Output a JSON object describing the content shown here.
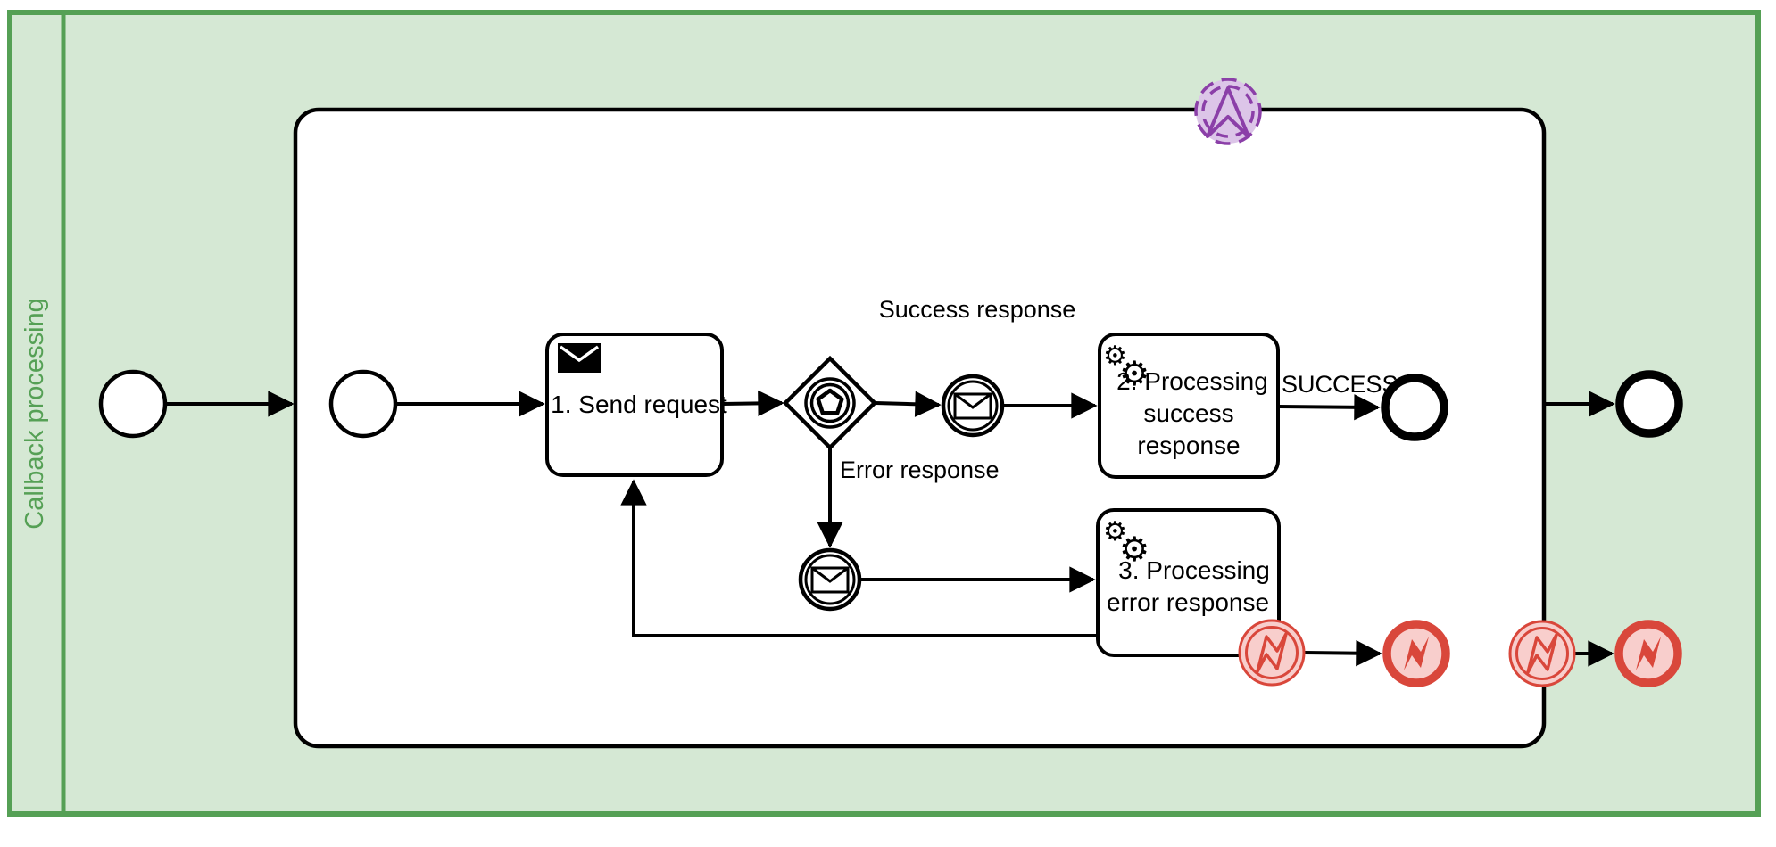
{
  "colors": {
    "pool-fill": "#d5e8d4",
    "pool-stroke": "#55a055",
    "error-stroke": "#d9473b",
    "error-fill": "#f8cecc",
    "escalation-stroke": "#8b3fa8",
    "escalation-fill": "#dcc5e8"
  },
  "pool": {
    "label": "Callback processing"
  },
  "tasks": {
    "send_request": {
      "label": "1. Send request"
    },
    "processing_success": {
      "line1": "2. Processing",
      "line2": "success",
      "line3": "response"
    },
    "processing_error": {
      "line1": "3. Processing",
      "line2": "error response"
    }
  },
  "flow_labels": {
    "success_response": "Success response",
    "error_response": "Error response",
    "success": "SUCCESS"
  },
  "icons": {
    "gear_glyph": "⚙",
    "send_task_icon": "filled-envelope",
    "service_task_icon": "double-gear",
    "message_event_icon": "outlined-envelope",
    "error_event_icon": "lightning-bolt",
    "escalation_event_icon": "upward-arrowhead",
    "event_gateway_icon": "pentagon-in-double-circle"
  }
}
